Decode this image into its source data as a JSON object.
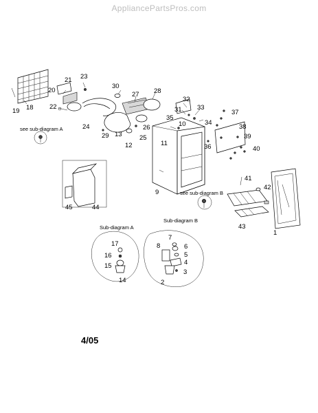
{
  "watermark": "AppliancePartsPros.com",
  "date_code": "4/05",
  "captions": {
    "see_sub_a": "see sub-diagram A",
    "see_sub_b": "see sub-diagram B",
    "sub_a": "Sub-diagram A",
    "sub_b": "Sub-diagram B"
  },
  "callouts": [
    {
      "id": "19",
      "label": "19"
    },
    {
      "id": "18",
      "label": "18"
    },
    {
      "id": "20",
      "label": "20"
    },
    {
      "id": "21",
      "label": "21"
    },
    {
      "id": "23",
      "label": "23"
    },
    {
      "id": "22",
      "label": "22"
    },
    {
      "id": "24",
      "label": "24"
    },
    {
      "id": "30",
      "label": "30"
    },
    {
      "id": "27",
      "label": "27"
    },
    {
      "id": "28",
      "label": "28"
    },
    {
      "id": "29",
      "label": "29"
    },
    {
      "id": "13",
      "label": "13"
    },
    {
      "id": "12",
      "label": "12"
    },
    {
      "id": "25",
      "label": "25"
    },
    {
      "id": "26",
      "label": "26"
    },
    {
      "id": "32",
      "label": "32"
    },
    {
      "id": "31",
      "label": "31"
    },
    {
      "id": "33",
      "label": "33"
    },
    {
      "id": "35",
      "label": "35"
    },
    {
      "id": "10",
      "label": "10"
    },
    {
      "id": "11",
      "label": "11"
    },
    {
      "id": "34",
      "label": "34"
    },
    {
      "id": "37",
      "label": "37"
    },
    {
      "id": "38",
      "label": "38"
    },
    {
      "id": "39",
      "label": "39"
    },
    {
      "id": "36",
      "label": "36"
    },
    {
      "id": "40",
      "label": "40"
    },
    {
      "id": "9",
      "label": "9"
    },
    {
      "id": "41",
      "label": "41"
    },
    {
      "id": "42",
      "label": "42"
    },
    {
      "id": "43",
      "label": "43"
    },
    {
      "id": "1",
      "label": "1"
    },
    {
      "id": "45",
      "label": "45"
    },
    {
      "id": "44",
      "label": "44"
    },
    {
      "id": "17",
      "label": "17"
    },
    {
      "id": "16",
      "label": "16"
    },
    {
      "id": "15",
      "label": "15"
    },
    {
      "id": "14",
      "label": "14"
    },
    {
      "id": "7",
      "label": "7"
    },
    {
      "id": "8",
      "label": "8"
    },
    {
      "id": "6",
      "label": "6"
    },
    {
      "id": "5",
      "label": "5"
    },
    {
      "id": "4",
      "label": "4"
    },
    {
      "id": "3",
      "label": "3"
    },
    {
      "id": "2",
      "label": "2"
    }
  ]
}
